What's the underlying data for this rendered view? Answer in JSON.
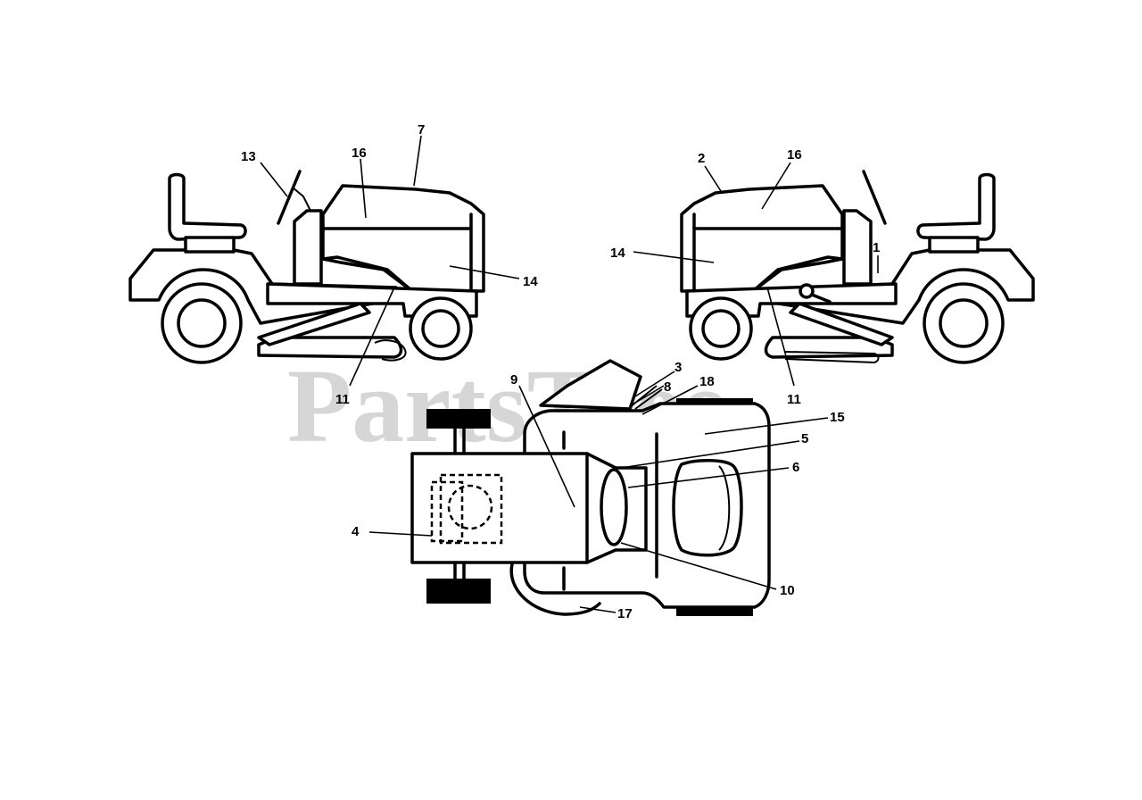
{
  "watermark": "PartsTree",
  "callouts": {
    "c1": "1",
    "c2": "2",
    "c3": "3",
    "c4": "4",
    "c5": "5",
    "c6": "6",
    "c7": "7",
    "c8": "8",
    "c9": "9",
    "c10": "10",
    "c11_left": "11",
    "c11_right": "11",
    "c13": "13",
    "c14_left": "14",
    "c14_right": "14",
    "c15": "15",
    "c16_left": "16",
    "c16_right": "16",
    "c17": "17",
    "c18": "18"
  }
}
